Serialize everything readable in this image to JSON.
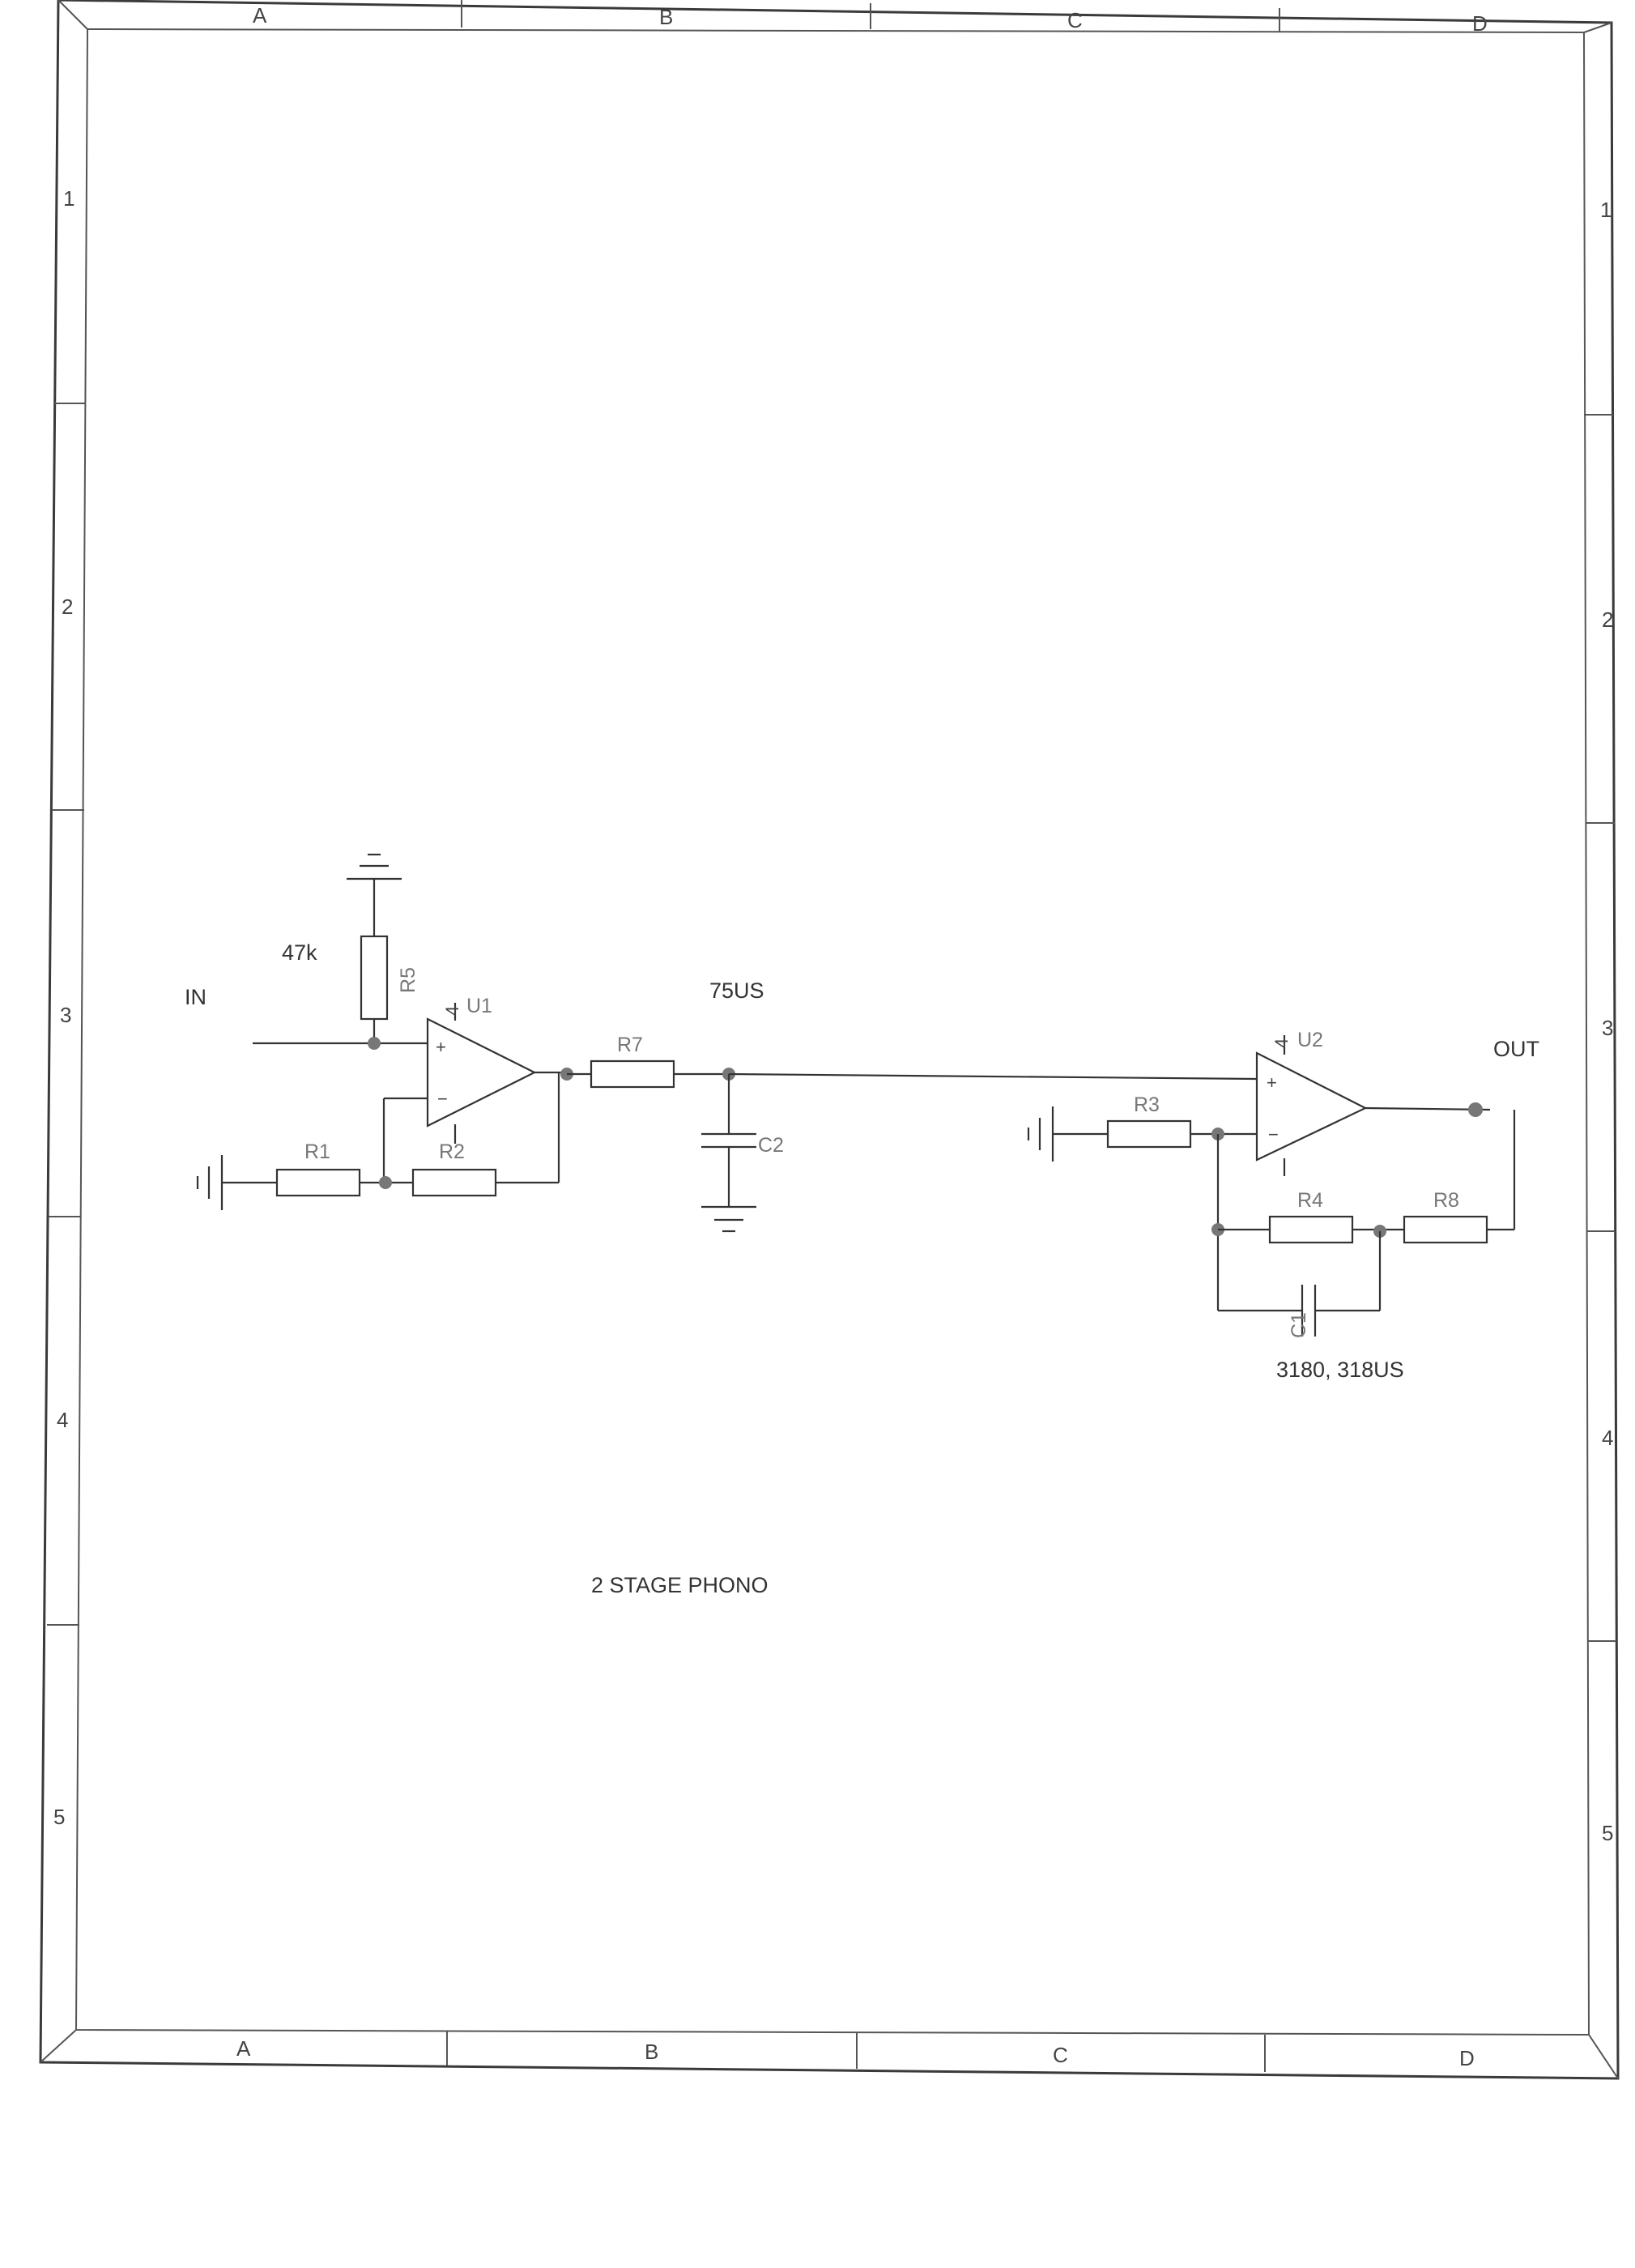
{
  "frame": {
    "columns": [
      "A",
      "B",
      "C",
      "D"
    ],
    "rows": [
      "1",
      "2",
      "3",
      "4",
      "5"
    ]
  },
  "title": "2 STAGE PHONO",
  "nets": {
    "input": "IN",
    "output": "OUT"
  },
  "notes": {
    "r5_value": "47k",
    "stage1_time_constant": "75US",
    "stage2_time_constants": "3180, 318US"
  },
  "op_amps": [
    {
      "ref": "U1",
      "pin": "4",
      "plus": "+",
      "minus": "−"
    },
    {
      "ref": "U2",
      "pin": "4",
      "plus": "+",
      "minus": "−"
    }
  ],
  "resistors": {
    "r1": "R1",
    "r2": "R2",
    "r3": "R3",
    "r4": "R4",
    "r5": "R5",
    "r7": "R7",
    "r8": "R8"
  },
  "capacitors": {
    "c1": "C1",
    "c2": "C2"
  }
}
